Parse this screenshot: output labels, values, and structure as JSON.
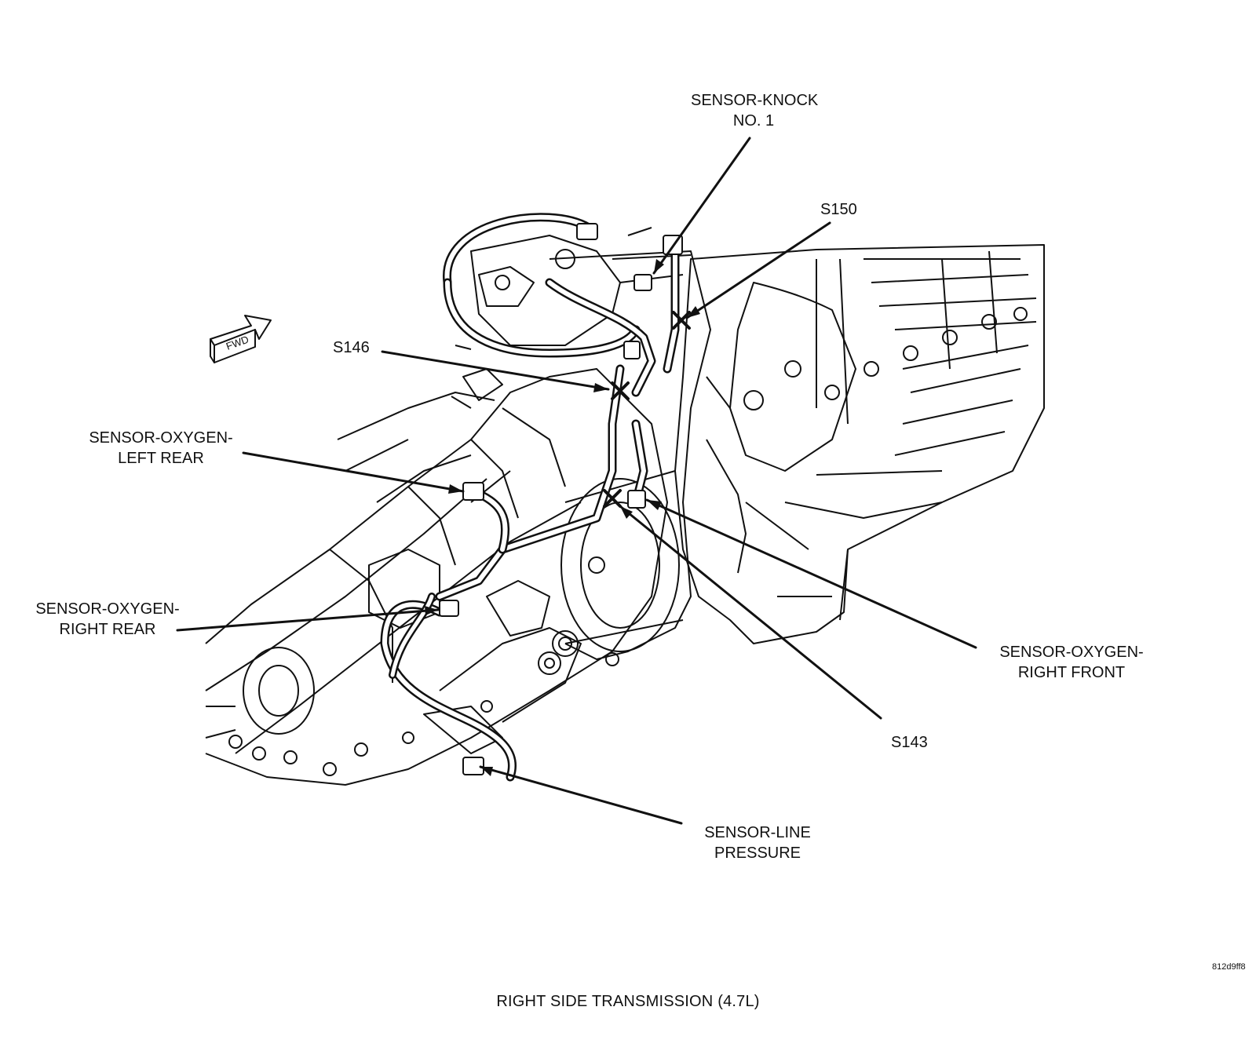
{
  "callouts": {
    "knock_sensor": [
      "SENSOR-KNOCK",
      "NO. 1"
    ],
    "s150": "S150",
    "s146": "S146",
    "o2_left_rear": [
      "SENSOR-OXYGEN-",
      "LEFT REAR"
    ],
    "o2_right_rear": [
      "SENSOR-OXYGEN-",
      "RIGHT REAR"
    ],
    "o2_right_front": [
      "SENSOR-OXYGEN-",
      "RIGHT FRONT"
    ],
    "s143": "S143",
    "line_pressure": [
      "SENSOR-LINE",
      "PRESSURE"
    ]
  },
  "fwd_label": "FWD",
  "figure_id": "812d9ff8",
  "caption": "RIGHT SIDE TRANSMISSION  (4.7L)",
  "colors": {
    "ink": "#111111",
    "background": "#ffffff",
    "harness_fill": "#3a3a3a"
  }
}
